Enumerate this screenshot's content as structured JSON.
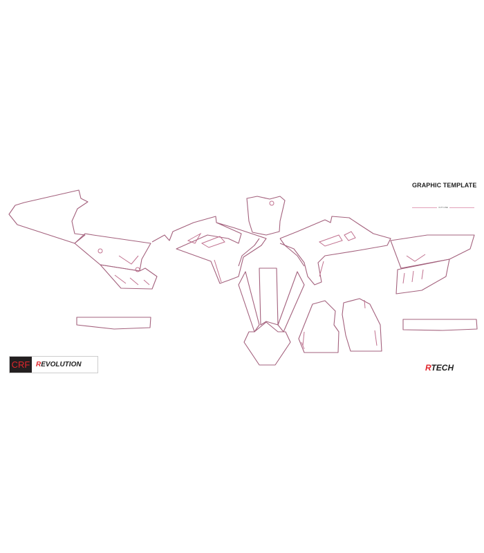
{
  "header": {
    "title": "GRAPHIC TEMPLATE",
    "cut_line_label": "CUT LINE"
  },
  "logos": {
    "left_badge": "CRF",
    "left_brand_mark": "R",
    "left_brand": "EVOLUTION",
    "right_brand_mark": "R",
    "right_brand": "TECH"
  },
  "colors": {
    "cut_line": "#a3607c",
    "brand_red": "#e0262c",
    "badge_dark": "#231f20"
  }
}
